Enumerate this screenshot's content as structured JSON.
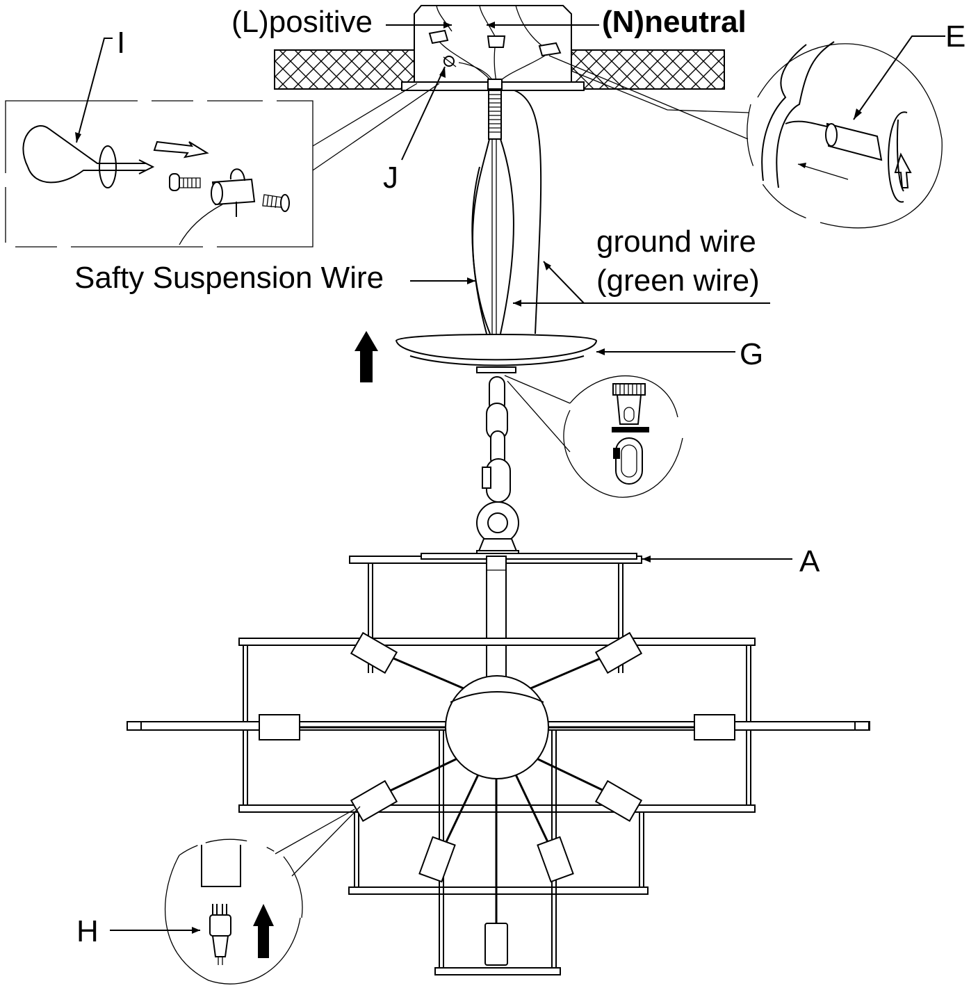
{
  "labels": {
    "positive": "(L)positive",
    "neutral": "(N)neutral",
    "part_i": "I",
    "part_e": "E",
    "part_j": "J",
    "ground_wire_line1": "ground wire",
    "ground_wire_line2": "(green wire)",
    "safety_wire": "Safty Suspension Wire",
    "part_g": "G",
    "part_a": "A",
    "part_h": "H"
  }
}
